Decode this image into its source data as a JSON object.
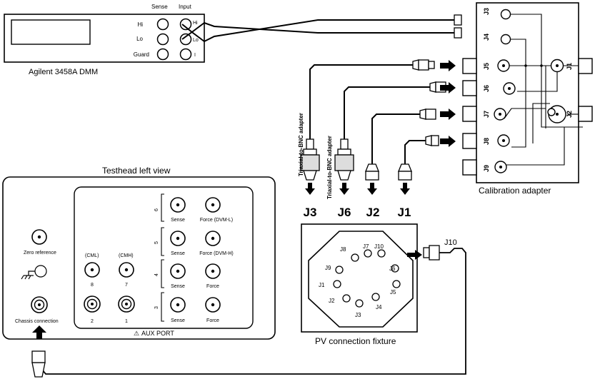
{
  "dmm": {
    "name": "Agilent 3458A DMM",
    "sense_header": "Sense",
    "input_header": "Input",
    "rows": [
      "Hi",
      "Lo",
      "Guard"
    ],
    "input_hi": "Hi",
    "input_lo": "Lo",
    "input_i": "I"
  },
  "calibration_adapter": {
    "name": "Calibration adapter",
    "left_jacks": [
      "J3",
      "J4",
      "J5",
      "J6",
      "J7",
      "J8",
      "J9"
    ],
    "right_jacks": [
      "J1",
      "J2"
    ]
  },
  "adapters": [
    {
      "label": "Triaxial-to-BNC adapter",
      "jack": "J3"
    },
    {
      "label": "Triaxial-to-BNC adapter",
      "jack": "J6"
    }
  ],
  "cable_ends": [
    "J3",
    "J6",
    "J2",
    "J1"
  ],
  "testhead": {
    "title": "Testhead left view",
    "zero_reference": "Zero reference",
    "chassis_connection": "Chassis connection",
    "aux_port": "AUX PORT",
    "warning_glyph": "⚠",
    "aux_labels_top": [
      "(CML)",
      "(CMH)"
    ],
    "aux_numbers_top": [
      "8",
      "7"
    ],
    "aux_numbers_bottom": [
      "2",
      "1"
    ],
    "groups": [
      {
        "num": "6",
        "left": "Sense",
        "right": "Force (DVM-L)"
      },
      {
        "num": "5",
        "left": "Sense",
        "right": "Force (DVM-H)"
      },
      {
        "num": "4",
        "left": "Sense",
        "right": "Force"
      },
      {
        "num": "3",
        "left": "Sense",
        "right": "Force"
      }
    ]
  },
  "fixture": {
    "name": "PV connection fixture",
    "cable_label": "J10",
    "pins": [
      "J8",
      "J7",
      "J10",
      "J9",
      "J6",
      "J1",
      "J5",
      "J2",
      "J4",
      "J3"
    ]
  }
}
